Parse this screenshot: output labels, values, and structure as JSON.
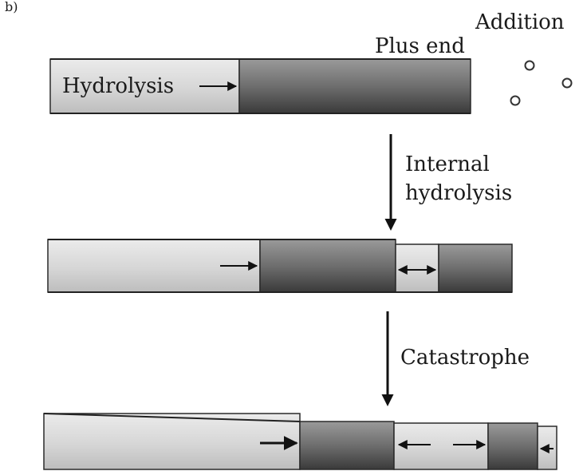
{
  "figure": {
    "panel_label": "b)",
    "top": {
      "addition_label": "Addition",
      "plus_end_label": "Plus end",
      "hydrolysis_label": "Hydrolysis"
    },
    "step1": {
      "label_line1": "Internal",
      "label_line2": "hydrolysis"
    },
    "step2": {
      "label": "Catastrophe"
    }
  },
  "colors": {
    "gdp_light": "#d8d8d8",
    "gtp_dark": "#6a6a6a",
    "outline": "#2a2a2a",
    "arrow": "#111111"
  }
}
